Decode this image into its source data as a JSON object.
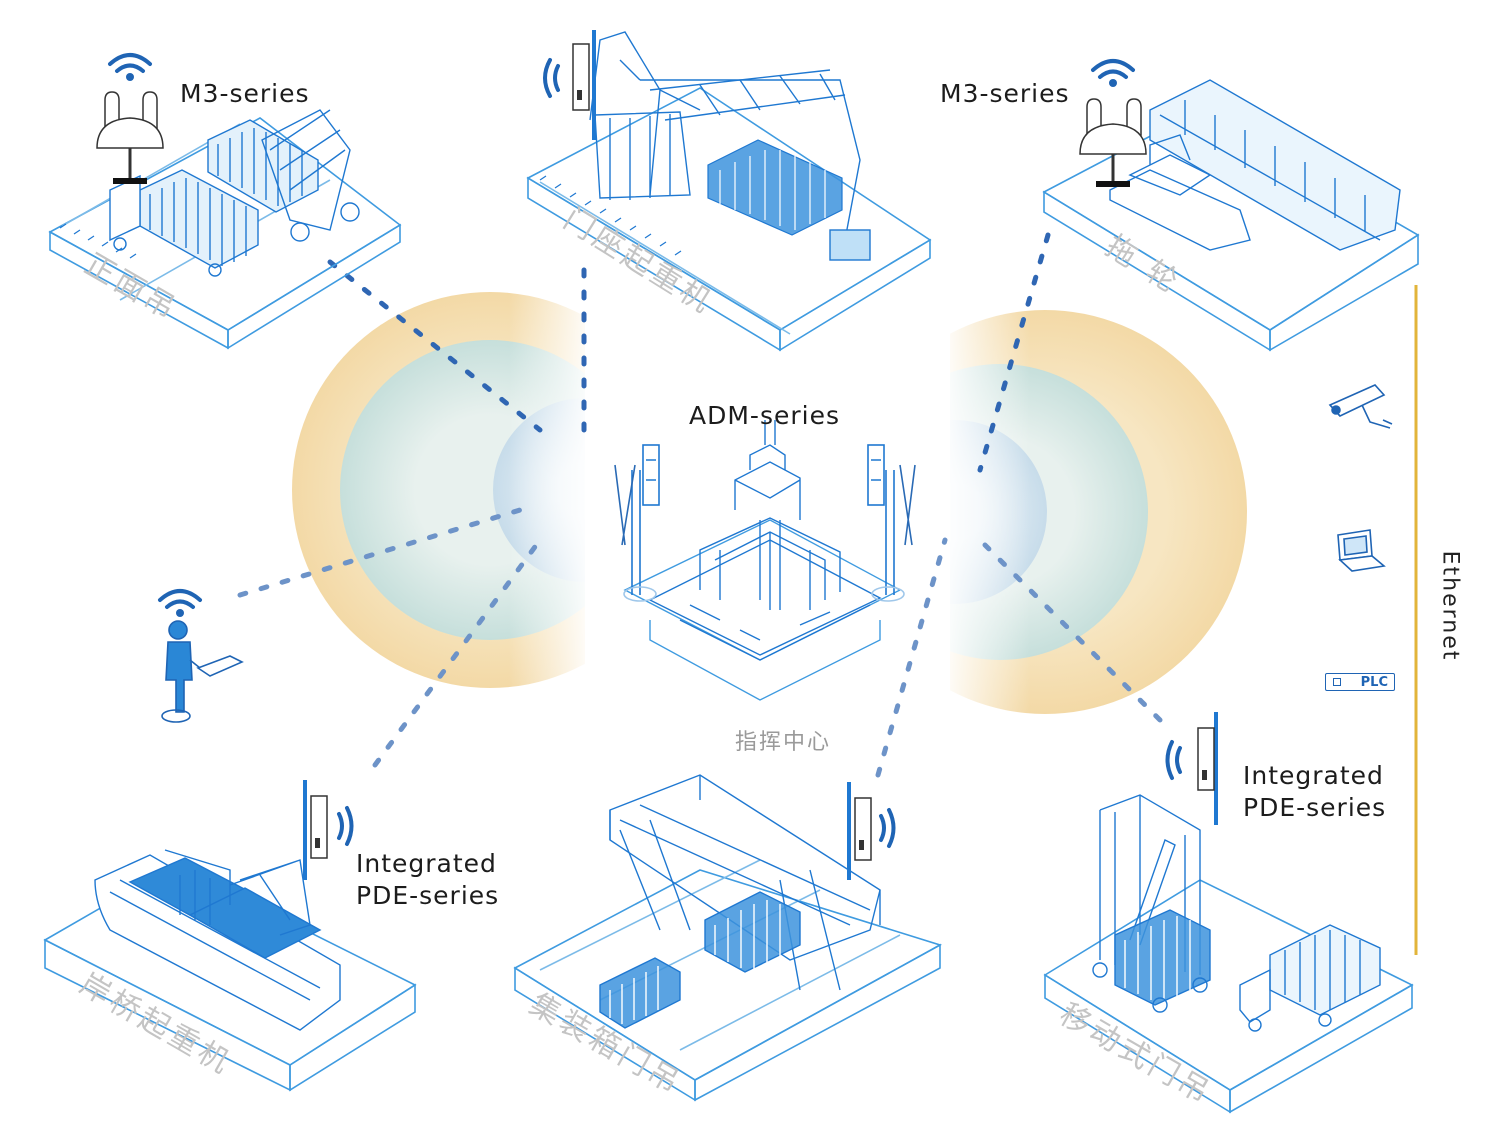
{
  "labels": {
    "m3_left": "M3-series",
    "m3_right": "M3-series",
    "adm": "ADM-series",
    "pde_left_line1": "Integrated",
    "pde_left_line2": "PDE-series",
    "pde_right_line1": "Integrated",
    "pde_right_line2": "PDE-series",
    "command_center": "指挥中心",
    "ethernet": "Ethernet",
    "plc": "PLC"
  },
  "plates": {
    "reach_stacker": "正面吊",
    "portal_crane": "门座起重机",
    "tugboat": "拖 轮",
    "quay_crane": "岸桥起重机",
    "container_gantry": "集装箱门吊",
    "mobile_gantry": "移动式门吊"
  },
  "icons": {
    "wifi": "wifi-icon",
    "antenna": "antenna-icon",
    "camera": "camera-icon",
    "laptop": "laptop-icon"
  },
  "colors": {
    "line_blue": "#1f78d1",
    "dark_blue": "#1f4f9a",
    "outer_ring": "#f5deb0",
    "middle_ring": "#cfe3e1",
    "inner_ring": "#cfe0ea",
    "ethernet_bar": "#e2b43a",
    "plate_text": "#c4c4c4",
    "label_text": "#1c1c1c"
  }
}
